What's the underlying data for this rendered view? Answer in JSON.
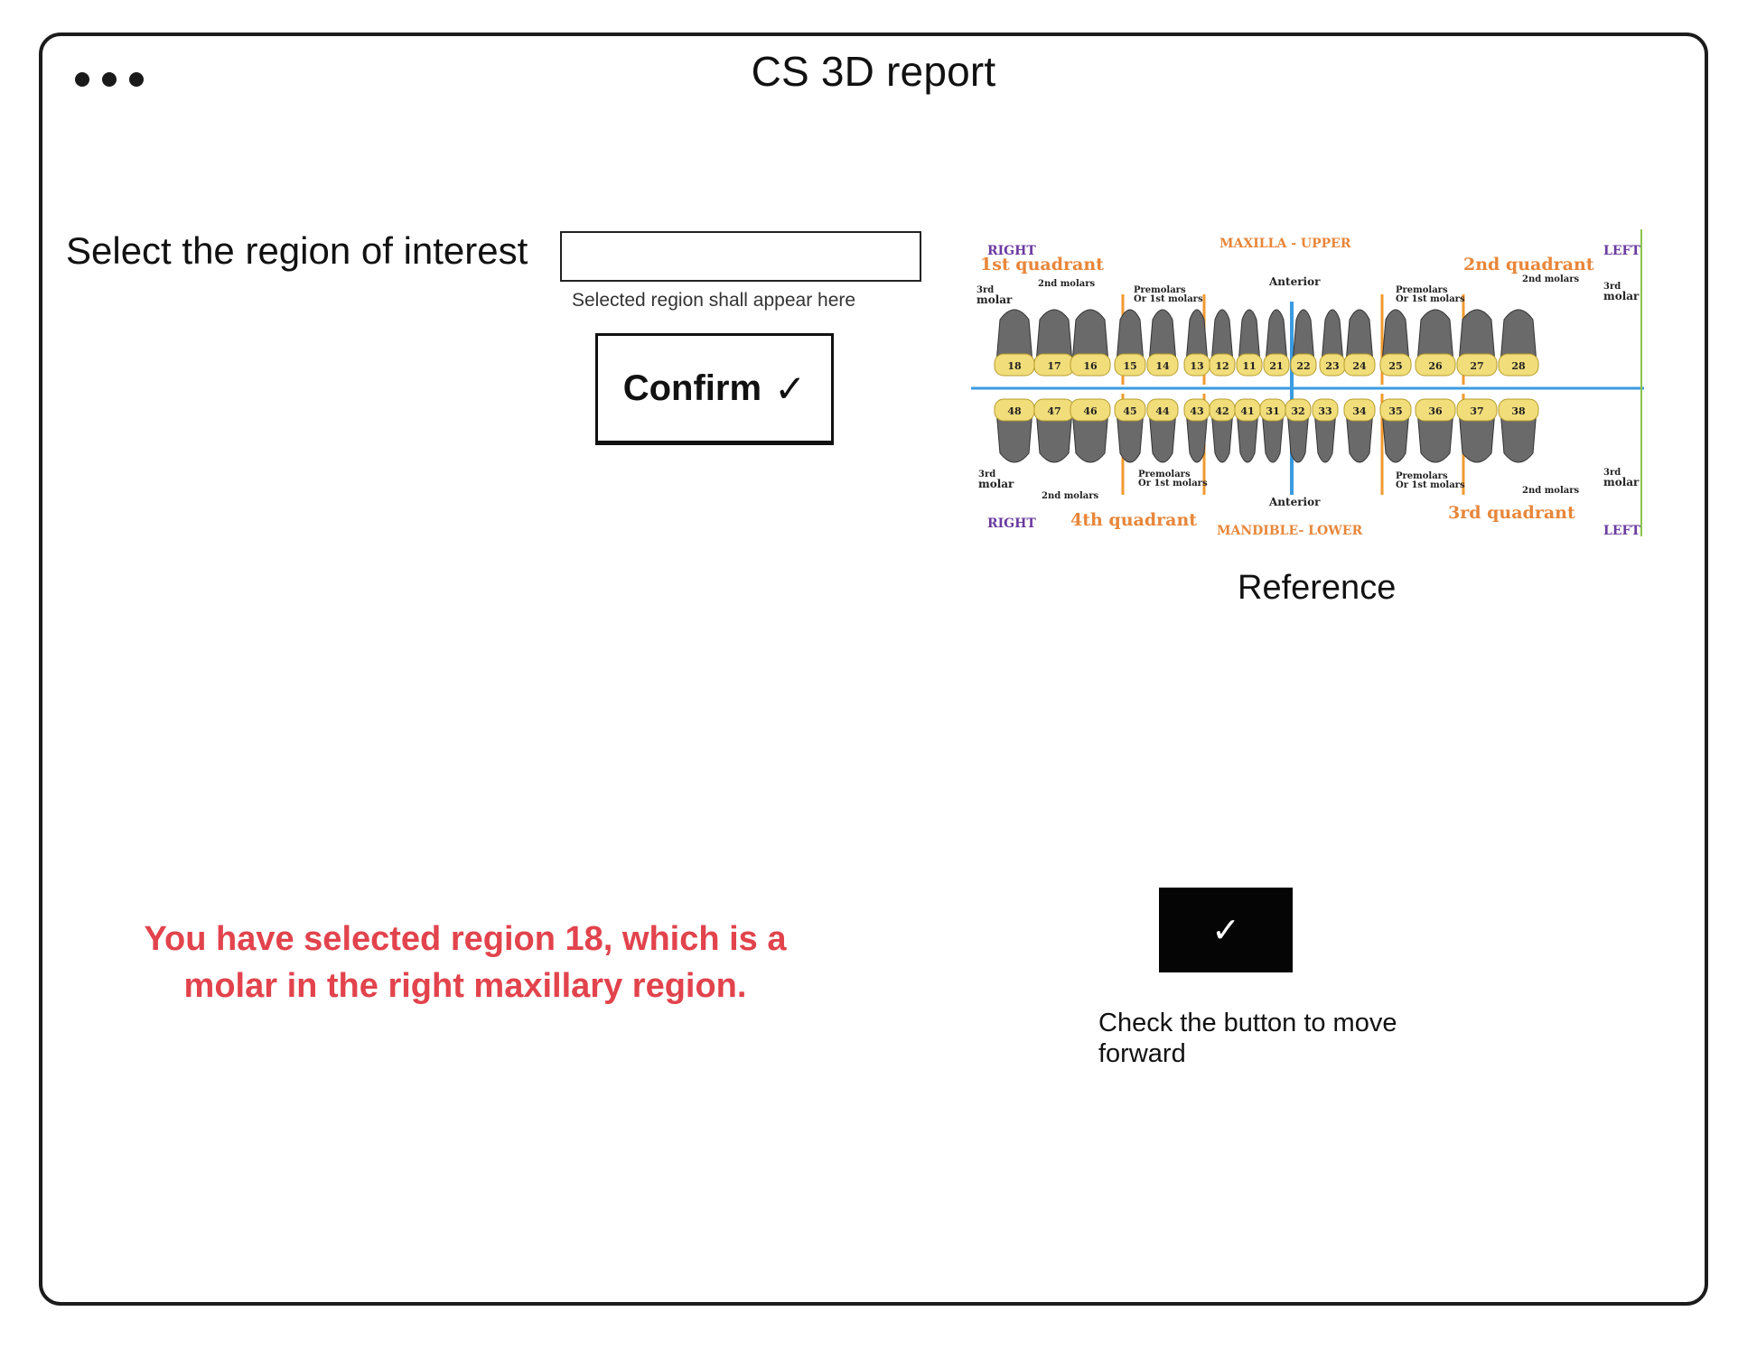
{
  "window": {
    "title": "CS 3D report"
  },
  "roi": {
    "label": "Select the region of interest",
    "value": "",
    "hint": "Selected region shall appear here",
    "confirm_label": "Confirm",
    "confirm_icon": "checkmark-icon"
  },
  "reference": {
    "caption": "Reference",
    "chart": {
      "maxilla_label": "MAXILLA - UPPER",
      "mandible_label": "MANDIBLE- LOWER",
      "right_label": "RIGHT",
      "left_label": "LEFT",
      "q1": "1st quadrant",
      "q2": "2nd quadrant",
      "q3": "3rd quadrant",
      "q4": "4th quadrant",
      "anterior": "Anterior",
      "molar3_a": "3rd",
      "molar3_b": "molar",
      "molars2": "2nd molars",
      "premolars_a": "Premolars",
      "premolars_b": "Or 1st molars",
      "upper_teeth": [
        "18",
        "17",
        "16",
        "15",
        "14",
        "13",
        "12",
        "11",
        "21",
        "22",
        "23",
        "24",
        "25",
        "26",
        "27",
        "28"
      ],
      "lower_teeth": [
        "48",
        "47",
        "46",
        "45",
        "44",
        "43",
        "42",
        "41",
        "31",
        "32",
        "33",
        "34",
        "35",
        "36",
        "37",
        "38"
      ]
    }
  },
  "status": {
    "message": "You have selected region 18, which is a molar in the right maxillary region."
  },
  "next": {
    "icon": "checkmark-icon",
    "hint": "Check the button to move forward"
  },
  "colors": {
    "message": "#e2434c",
    "orange_divider": "#f09a2f",
    "midline": "#3b9be0",
    "quadrant_text": "#e8863a",
    "side_text": "#6a3aa0",
    "crown": "#f1dd7a",
    "root": "#666666"
  }
}
